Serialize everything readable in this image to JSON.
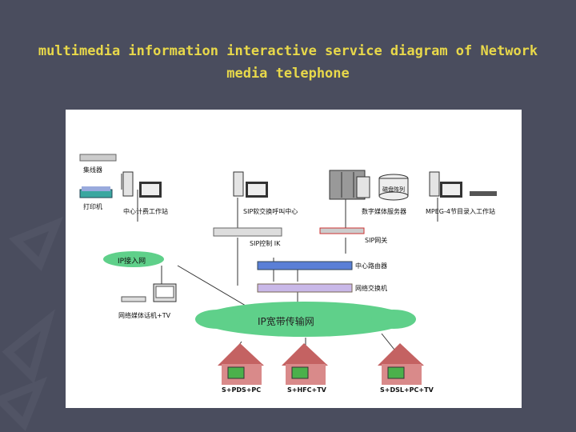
{
  "slide": {
    "title": "multimedia information interactive service diagram of Network media telephone"
  },
  "diagram": {
    "labels": {
      "hub": "集线器",
      "printer": "打印机",
      "billing_workstation": "中心计费工作站",
      "sip_softswitch": "SIP软交换呼叫中心",
      "media_server": "数字媒体服务器",
      "disk_array": "磁盘阵列",
      "mpeg_workstation": "MPEG-4节目录入工作站",
      "sip_controller": "SIP控制 IK",
      "sip_gateway": "SIP网关",
      "ip_access": "IP接入网",
      "center_router": "中心路由器",
      "network_switch": "网络交换机",
      "media_phone": "网络媒体话机+TV",
      "ip_network": "IP宽带传输网",
      "house_1": "S+PDS+PC",
      "house_2": "S+HFC+TV",
      "house_3": "S+DSL+PC+TV"
    }
  },
  "colors": {
    "background": "#4a4d5e",
    "title": "#e8d84a",
    "cloud": "#5fd08a",
    "router": "#5a7fd6",
    "switch": "#c9b8e8",
    "house_wall": "#d98a8a",
    "house_roof": "#c46262",
    "screen": "#4bb04b"
  }
}
